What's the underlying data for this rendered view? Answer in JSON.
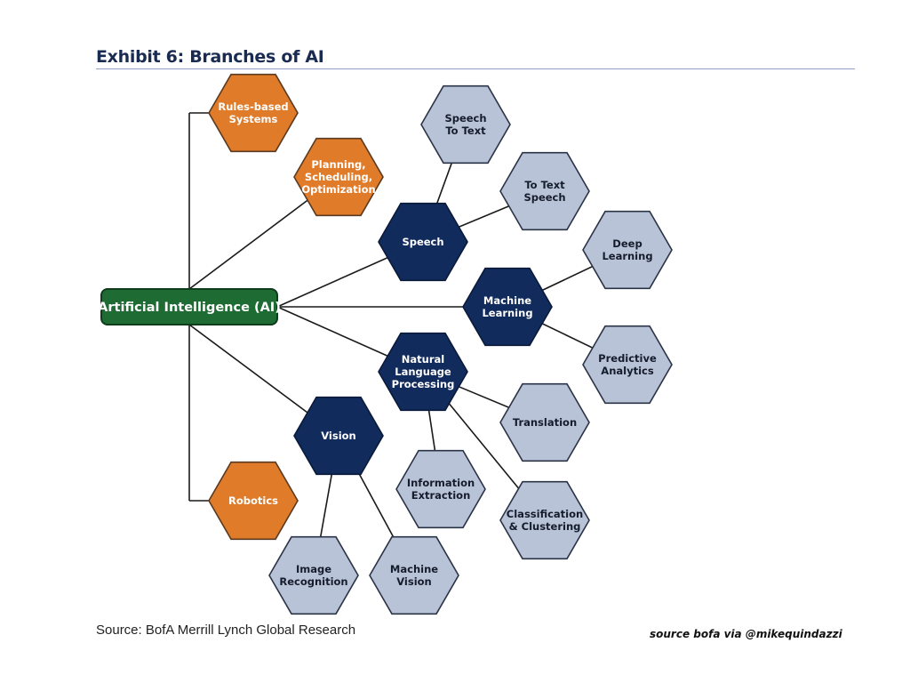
{
  "title": "Exhibit 6: Branches of AI",
  "source": "Source: BofA Merrill Lynch Global Research",
  "credit": "source bofa via @mikequindazzi",
  "colors": {
    "title": "#1a2b52",
    "rule": "#8fa3c4",
    "root_fill": "#1e6b33",
    "root_border": "#0f3d1c",
    "orange_fill": "#e07b2a",
    "orange_border": "#5a3a20",
    "navy_fill": "#112b5c",
    "navy_border": "#0a1a3a",
    "gray_fill": "#b9c3d8",
    "gray_border": "#2b3446",
    "connector": "#1a1a1a"
  },
  "diagram": {
    "root": {
      "id": "ai",
      "label": "Artificial Intelligence (AI)"
    },
    "nodes": [
      {
        "id": "rules",
        "lines": [
          "Rules-based",
          "Systems"
        ],
        "kind": "orange"
      },
      {
        "id": "planning",
        "lines": [
          "Planning,",
          "Scheduling,",
          "Optimization"
        ],
        "kind": "orange"
      },
      {
        "id": "speech",
        "lines": [
          "Speech"
        ],
        "kind": "navy"
      },
      {
        "id": "ml",
        "lines": [
          "Machine",
          "Learning"
        ],
        "kind": "navy"
      },
      {
        "id": "nlp",
        "lines": [
          "Natural",
          "Language",
          "Processing"
        ],
        "kind": "navy"
      },
      {
        "id": "vision",
        "lines": [
          "Vision"
        ],
        "kind": "navy"
      },
      {
        "id": "robotics",
        "lines": [
          "Robotics"
        ],
        "kind": "orange"
      },
      {
        "id": "stt",
        "lines": [
          "Speech",
          "To Text"
        ],
        "kind": "gray"
      },
      {
        "id": "tts",
        "lines": [
          "To Text",
          "Speech"
        ],
        "kind": "gray"
      },
      {
        "id": "deep",
        "lines": [
          "Deep",
          "Learning"
        ],
        "kind": "gray"
      },
      {
        "id": "predictive",
        "lines": [
          "Predictive",
          "Analytics"
        ],
        "kind": "gray"
      },
      {
        "id": "translation",
        "lines": [
          "Translation"
        ],
        "kind": "gray"
      },
      {
        "id": "infoext",
        "lines": [
          "Information",
          "Extraction"
        ],
        "kind": "gray"
      },
      {
        "id": "classification",
        "lines": [
          "Classification",
          "& Clustering"
        ],
        "kind": "gray"
      },
      {
        "id": "imagerec",
        "lines": [
          "Image",
          "Recognition"
        ],
        "kind": "gray"
      },
      {
        "id": "machvision",
        "lines": [
          "Machine",
          "Vision"
        ],
        "kind": "gray"
      }
    ],
    "edges": [
      [
        "ai",
        "rules"
      ],
      [
        "ai",
        "planning"
      ],
      [
        "ai",
        "speech"
      ],
      [
        "ai",
        "ml"
      ],
      [
        "ai",
        "nlp"
      ],
      [
        "ai",
        "vision"
      ],
      [
        "ai",
        "robotics"
      ],
      [
        "speech",
        "stt"
      ],
      [
        "speech",
        "tts"
      ],
      [
        "ml",
        "deep"
      ],
      [
        "ml",
        "predictive"
      ],
      [
        "nlp",
        "translation"
      ],
      [
        "nlp",
        "infoext"
      ],
      [
        "nlp",
        "classification"
      ],
      [
        "vision",
        "imagerec"
      ],
      [
        "vision",
        "machvision"
      ]
    ]
  }
}
